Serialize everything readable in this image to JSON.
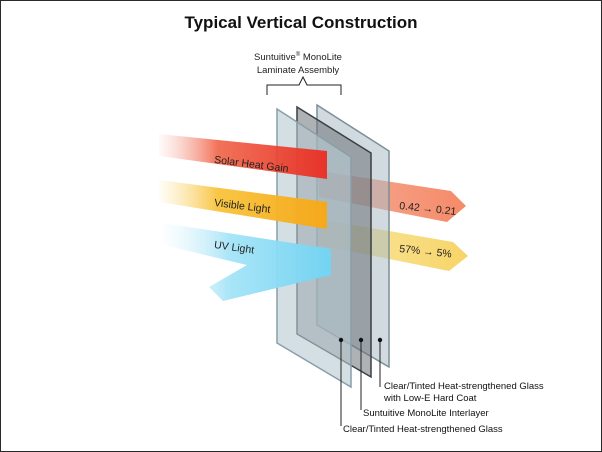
{
  "title": "Typical Vertical Construction",
  "assembly": {
    "brand": "Suntuitive",
    "mark": "®",
    "name_rest": " MonoLite",
    "line2": "Laminate Assembly"
  },
  "beams": [
    {
      "label": "Solar Heat Gain",
      "value": "0.42 → 0.21",
      "color_start": "#ee3d2e",
      "color_end": "#f7a08f"
    },
    {
      "label": "Visible Light",
      "value": "57% → 5%",
      "color_start": "#f7a81e",
      "color_end": "#f9dd7d"
    },
    {
      "label": "UV Light",
      "color_start": "#6fd3f2",
      "color_end": "#cdeefa"
    }
  ],
  "layers": {
    "outer": "Clear/Tinted Heat-strengthened Glass",
    "interlayer": "Suntuitive MonoLite Interlayer",
    "inner_line1": "Clear/Tinted Heat-strengthened Glass",
    "inner_line2": "with Low-E Hard Coat"
  }
}
